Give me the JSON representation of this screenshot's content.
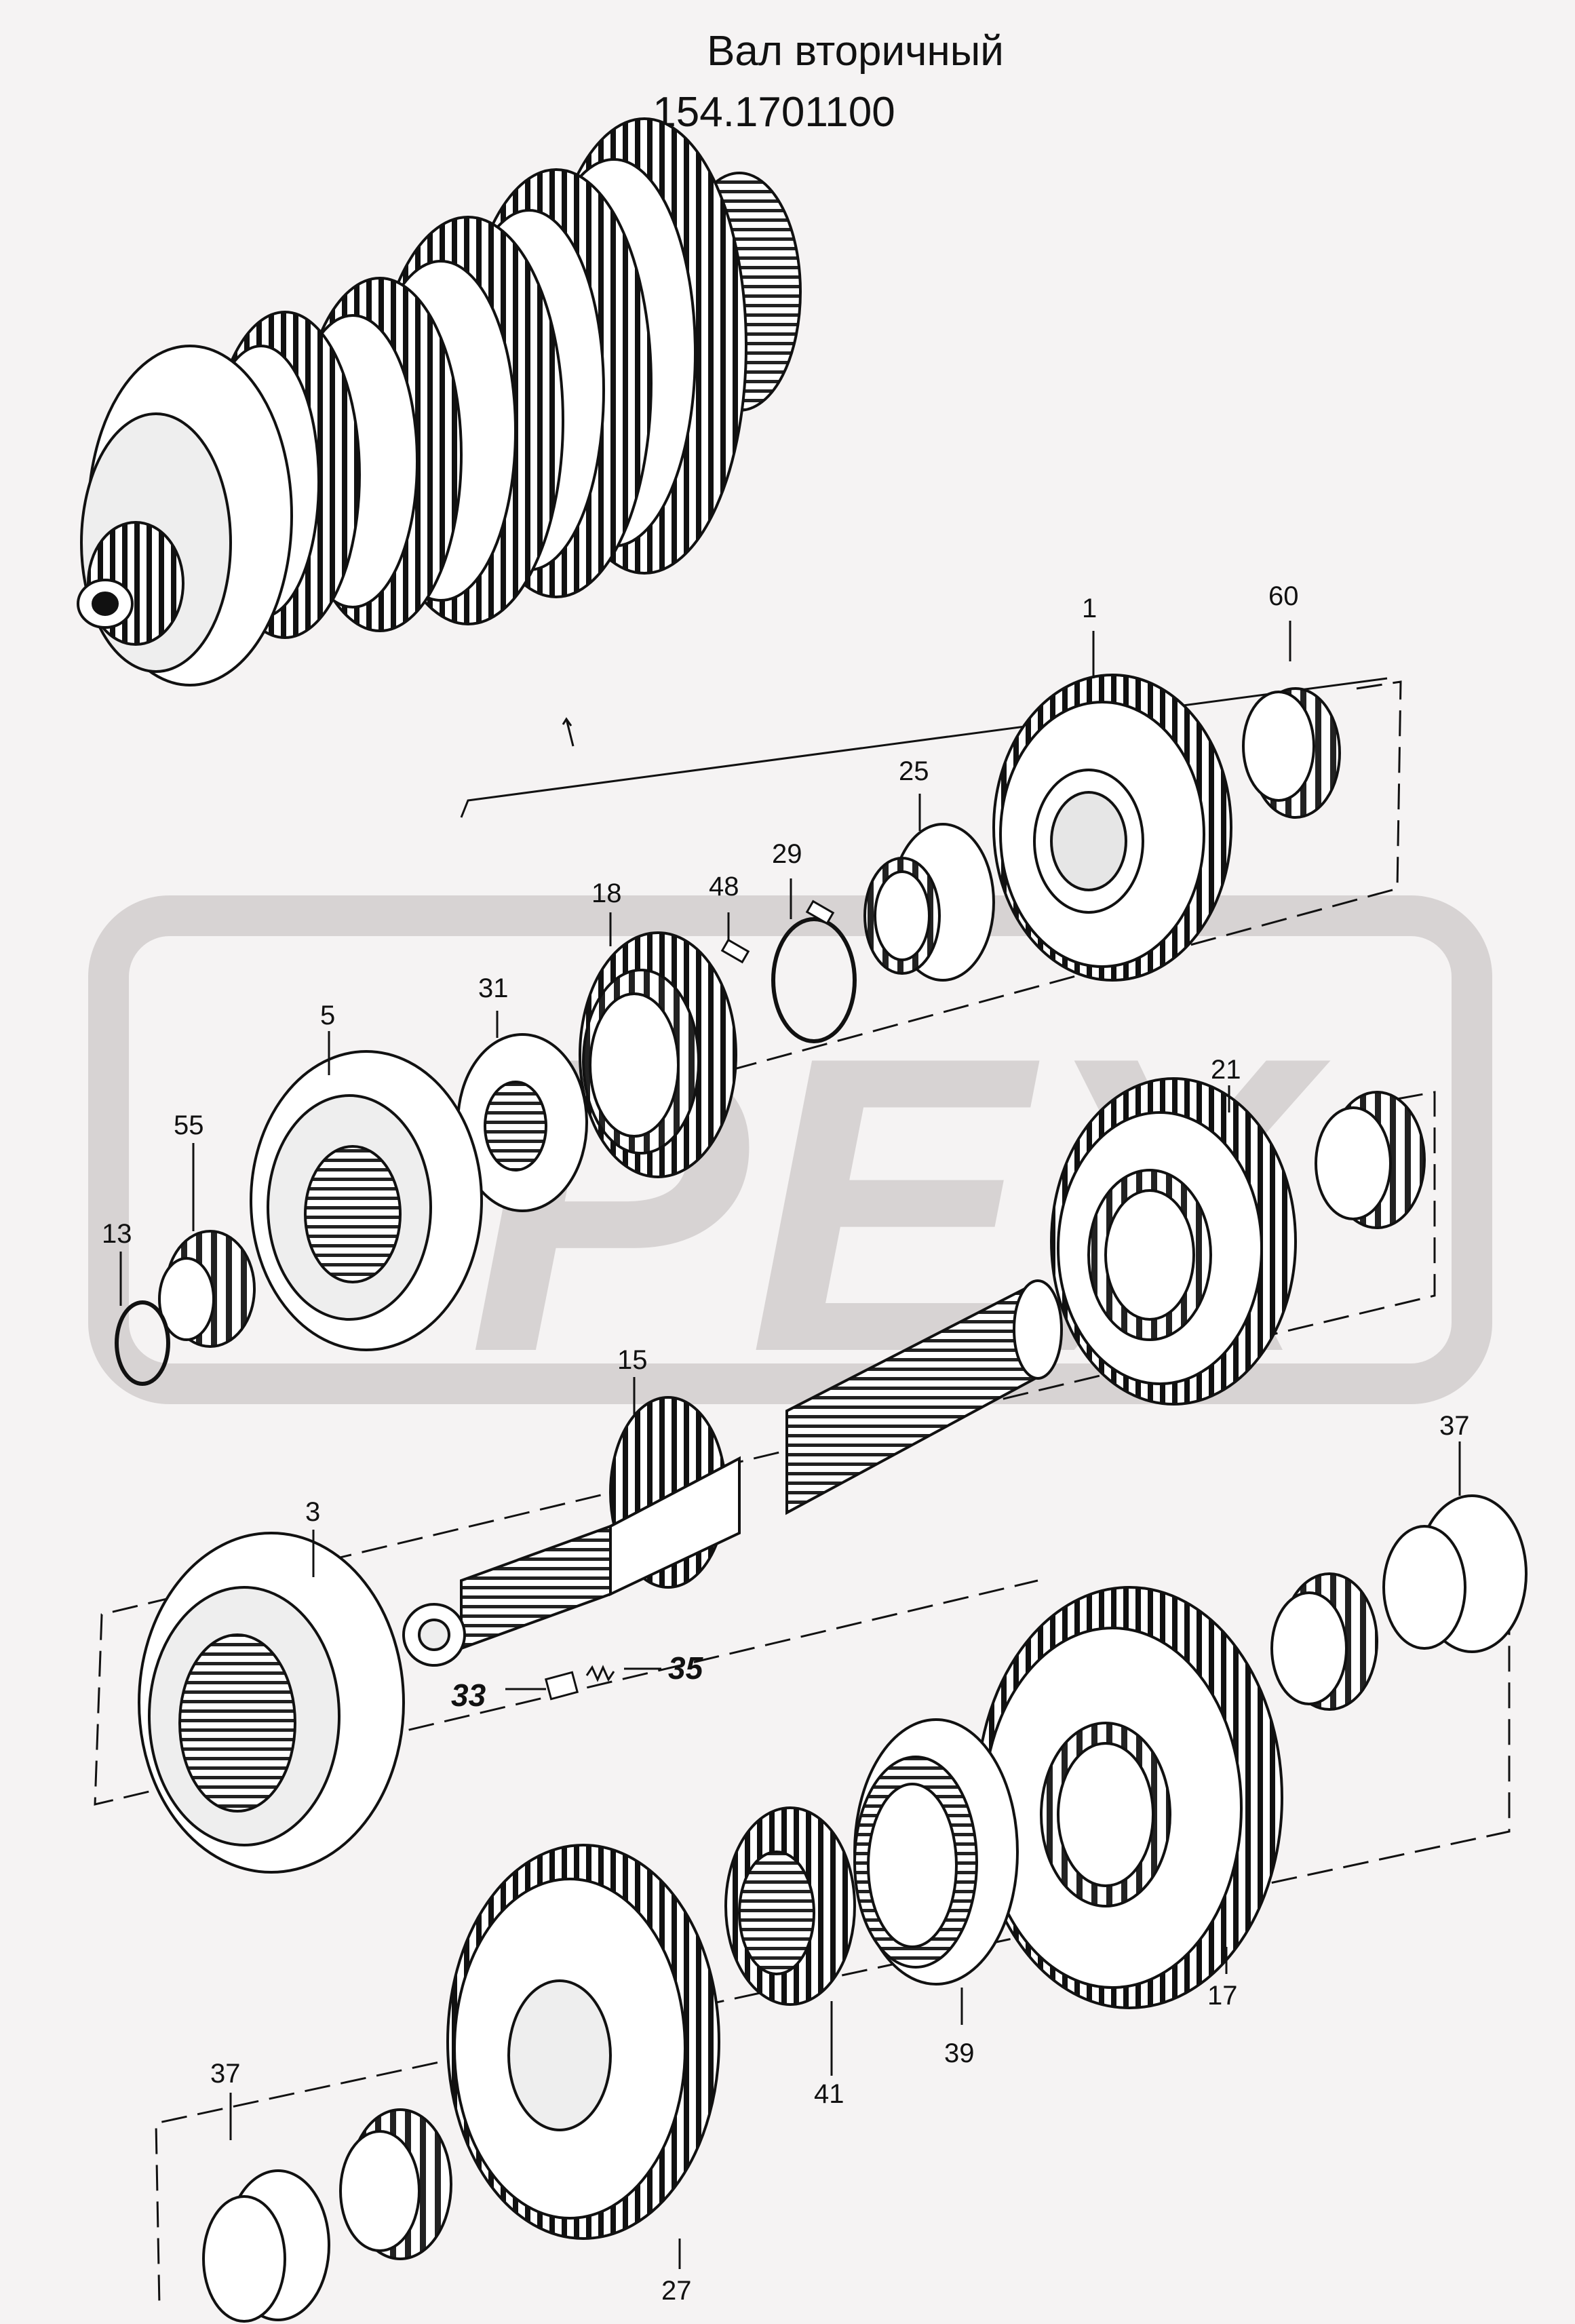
{
  "title": {
    "line1": "Вал вторичный",
    "line2": "154.1701100"
  },
  "watermark": {
    "text": "PEX",
    "color": "#d7d3d3"
  },
  "colors": {
    "background": "#f5f3f3",
    "line": "#111111",
    "watermark": "#d7d3d3"
  },
  "callouts": [
    {
      "id": "c1",
      "label": "1"
    },
    {
      "id": "c60",
      "label": "60"
    },
    {
      "id": "c25",
      "label": "25"
    },
    {
      "id": "c29",
      "label": "29"
    },
    {
      "id": "c48",
      "label": "48"
    },
    {
      "id": "c18",
      "label": "18"
    },
    {
      "id": "c31",
      "label": "31"
    },
    {
      "id": "c5",
      "label": "5"
    },
    {
      "id": "c21",
      "label": "21"
    },
    {
      "id": "c55",
      "label": "55"
    },
    {
      "id": "c13",
      "label": "13"
    },
    {
      "id": "c15",
      "label": "15"
    },
    {
      "id": "c37a",
      "label": "37"
    },
    {
      "id": "c3",
      "label": "3"
    },
    {
      "id": "c33",
      "label": "33"
    },
    {
      "id": "c35",
      "label": "35"
    },
    {
      "id": "c17",
      "label": "17"
    },
    {
      "id": "c39",
      "label": "39"
    },
    {
      "id": "c41",
      "label": "41"
    },
    {
      "id": "c37b",
      "label": "37"
    },
    {
      "id": "c27",
      "label": "27"
    }
  ]
}
